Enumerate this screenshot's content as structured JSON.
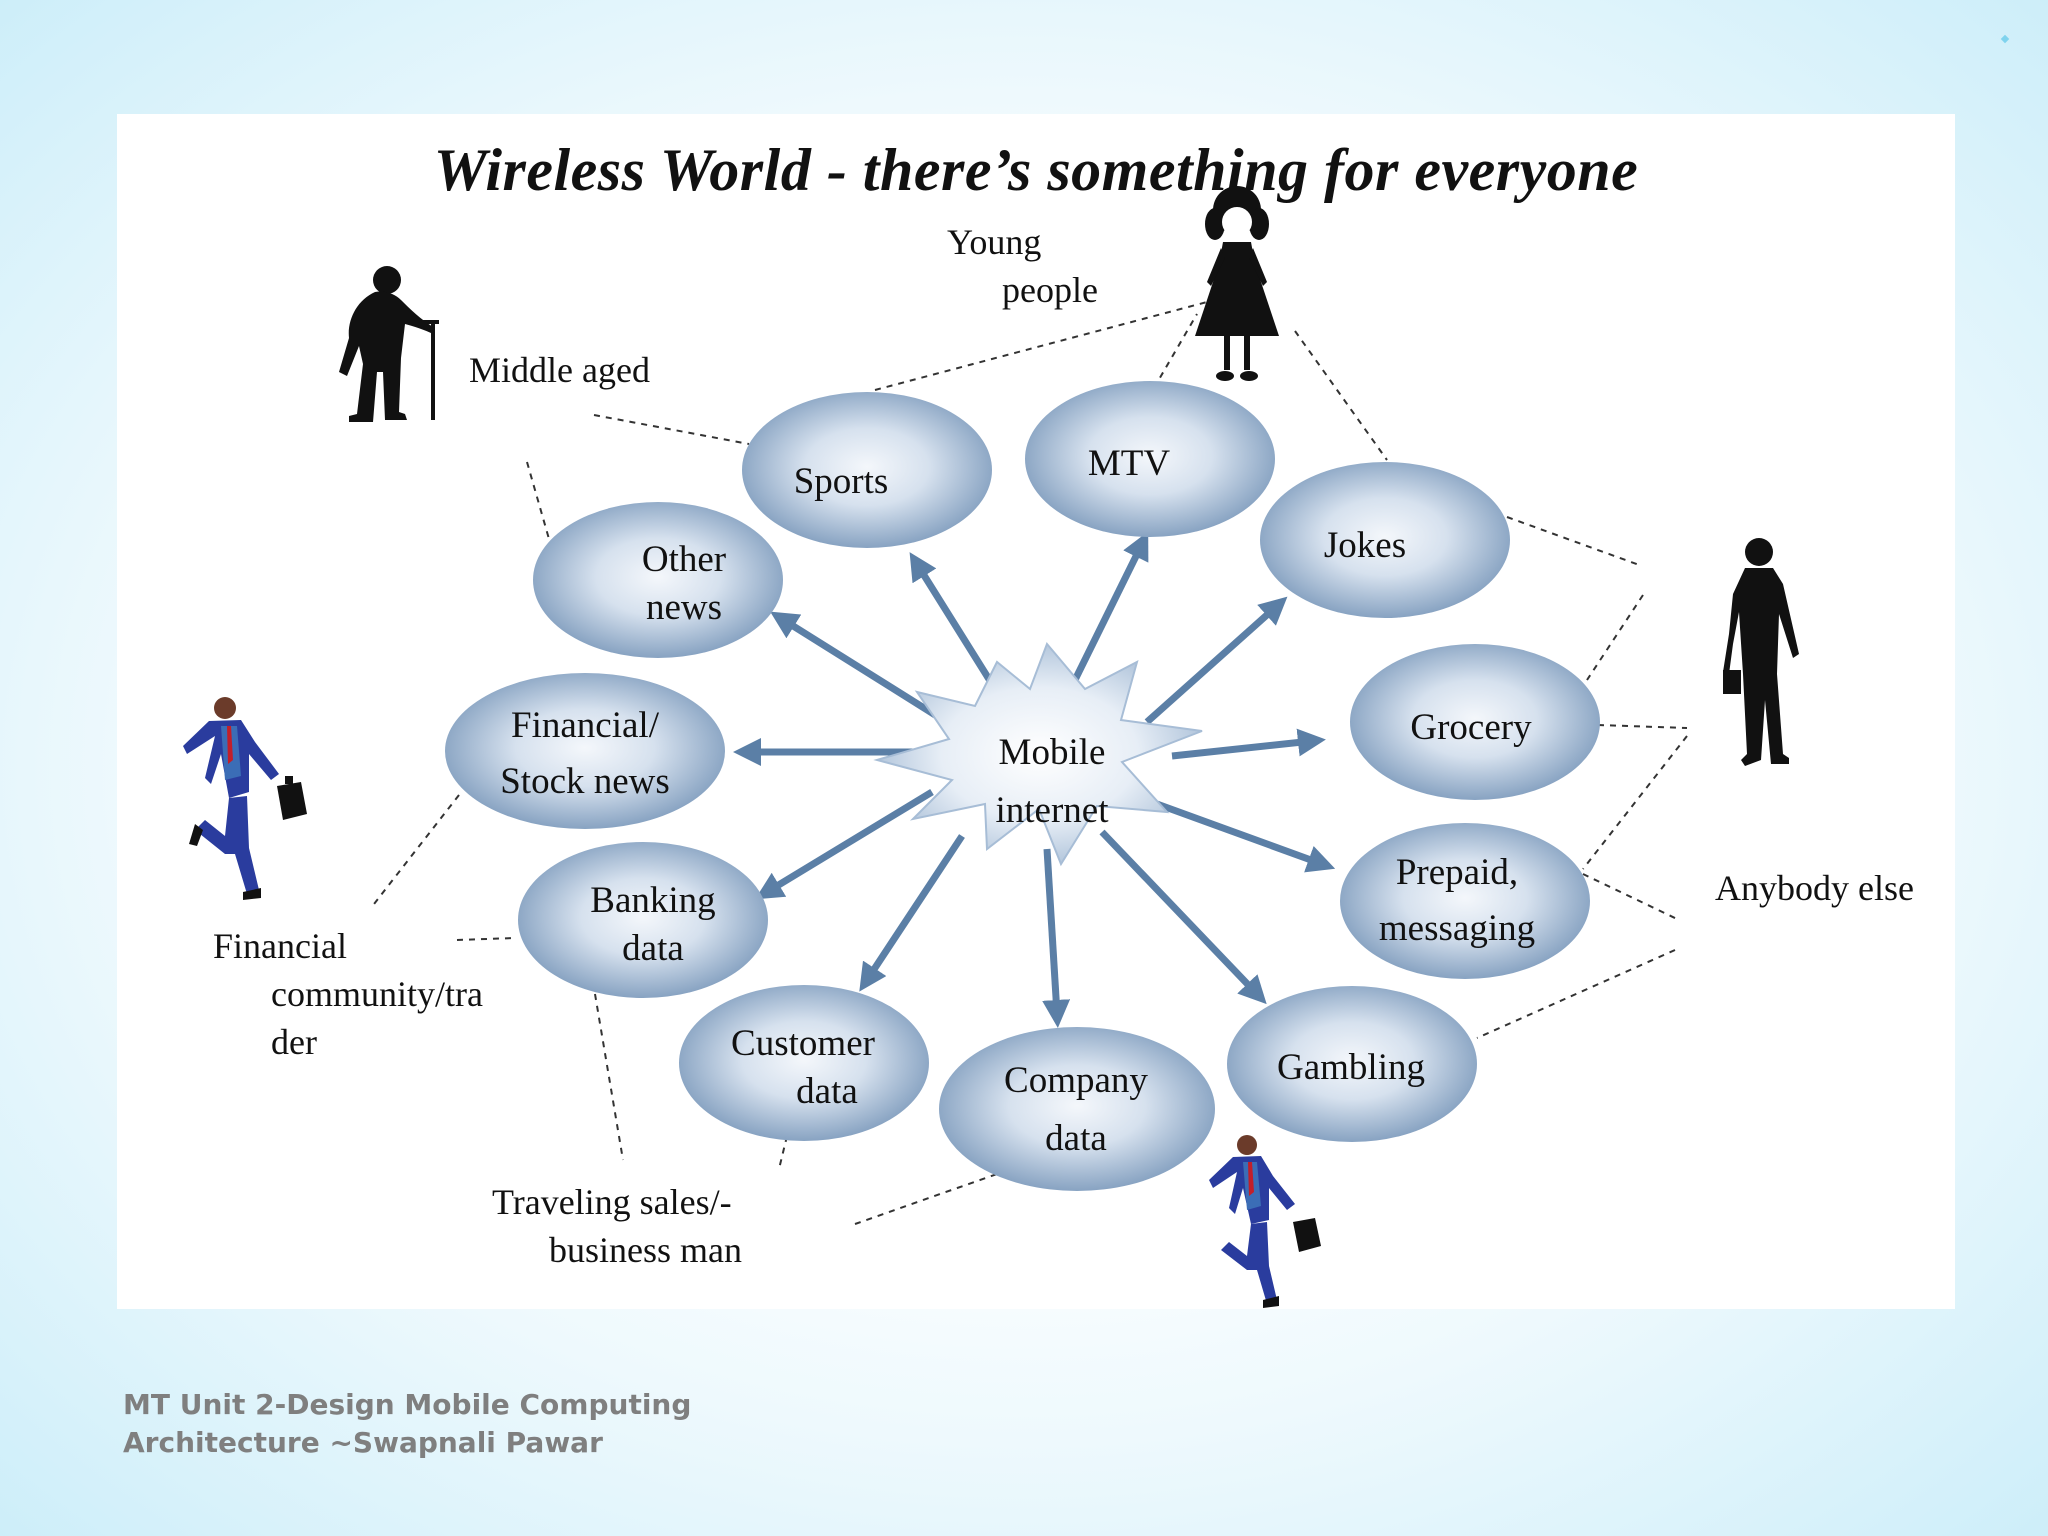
{
  "slide": {
    "title": "Wireless World - there’s something for everyone",
    "footer_line1": "MT Unit 2-Design Mobile Computing",
    "footer_line2": "Architecture ~Swapnali Pawar"
  },
  "center": {
    "line1": "Mobile",
    "line2": "internet"
  },
  "services": [
    {
      "id": "sports",
      "lines": [
        "Sports"
      ]
    },
    {
      "id": "mtv",
      "lines": [
        "MTV"
      ]
    },
    {
      "id": "jokes",
      "lines": [
        "Jokes"
      ]
    },
    {
      "id": "other-news",
      "lines": [
        "Other",
        "news"
      ]
    },
    {
      "id": "financial-stock-news",
      "lines": [
        "Financial/",
        "Stock news"
      ]
    },
    {
      "id": "grocery",
      "lines": [
        "Grocery"
      ]
    },
    {
      "id": "banking-data",
      "lines": [
        "Banking",
        "data"
      ]
    },
    {
      "id": "prepaid-messaging",
      "lines": [
        "Prepaid,",
        "messaging"
      ]
    },
    {
      "id": "customer-data",
      "lines": [
        "Customer",
        "data"
      ]
    },
    {
      "id": "company-data",
      "lines": [
        "Company",
        "data"
      ]
    },
    {
      "id": "gambling",
      "lines": [
        "Gambling"
      ]
    }
  ],
  "groups": {
    "young_people": [
      "Young",
      "people"
    ],
    "middle_aged": "Middle aged",
    "anybody_else": "Anybody else",
    "financial_community": [
      "Financial",
      "community/tra",
      "der"
    ],
    "traveling_sales": [
      "Traveling sales/-",
      "business man"
    ]
  },
  "icons": {
    "elderly": "elderly-person-icon",
    "girl": "girl-icon",
    "businessman": "businessman-icon",
    "runner": "running-businessman-icon"
  },
  "colors": {
    "ellipse_center": "#f4f7fb",
    "ellipse_edge": "#7f9cbd",
    "arrow": "#5b7fa6",
    "title": "#111111",
    "footer": "#7f7f7f",
    "accent": "#7fd3ee"
  }
}
